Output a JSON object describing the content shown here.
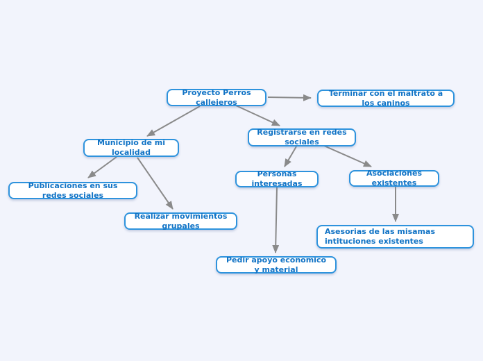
{
  "diagram": {
    "type": "mindmap",
    "background_color": "#f2f4fc",
    "node_border_color": "#2e93dd",
    "node_fill_color": "#ffffff",
    "node_text_color": "#1173c5",
    "connector_color": "#8a8a8a",
    "nodes": [
      {
        "id": "proyecto",
        "label": "Proyecto Perros callejeros"
      },
      {
        "id": "terminar",
        "label": "Terminar con el maltrato a los caninos"
      },
      {
        "id": "municipio",
        "label": "Municipio de mi localidad"
      },
      {
        "id": "registrarse",
        "label": "Registrarse en redes sociales"
      },
      {
        "id": "publicaciones",
        "label": "Publicaciones en sus redes sociales"
      },
      {
        "id": "realizar",
        "label": "Realizar movimientos grupales"
      },
      {
        "id": "personas",
        "label": "Personas interesadas"
      },
      {
        "id": "asociaciones",
        "label": "Asociaciones existentes"
      },
      {
        "id": "asesorias",
        "label": "Asesorias de las misamas intituciones existentes"
      },
      {
        "id": "pedir",
        "label": "Pedir apoyo economico y material"
      }
    ],
    "edges": [
      {
        "from": "proyecto",
        "to": "terminar"
      },
      {
        "from": "proyecto",
        "to": "municipio"
      },
      {
        "from": "proyecto",
        "to": "registrarse"
      },
      {
        "from": "municipio",
        "to": "publicaciones"
      },
      {
        "from": "municipio",
        "to": "realizar"
      },
      {
        "from": "registrarse",
        "to": "personas"
      },
      {
        "from": "registrarse",
        "to": "asociaciones"
      },
      {
        "from": "personas",
        "to": "pedir"
      },
      {
        "from": "asociaciones",
        "to": "asesorias"
      }
    ]
  }
}
